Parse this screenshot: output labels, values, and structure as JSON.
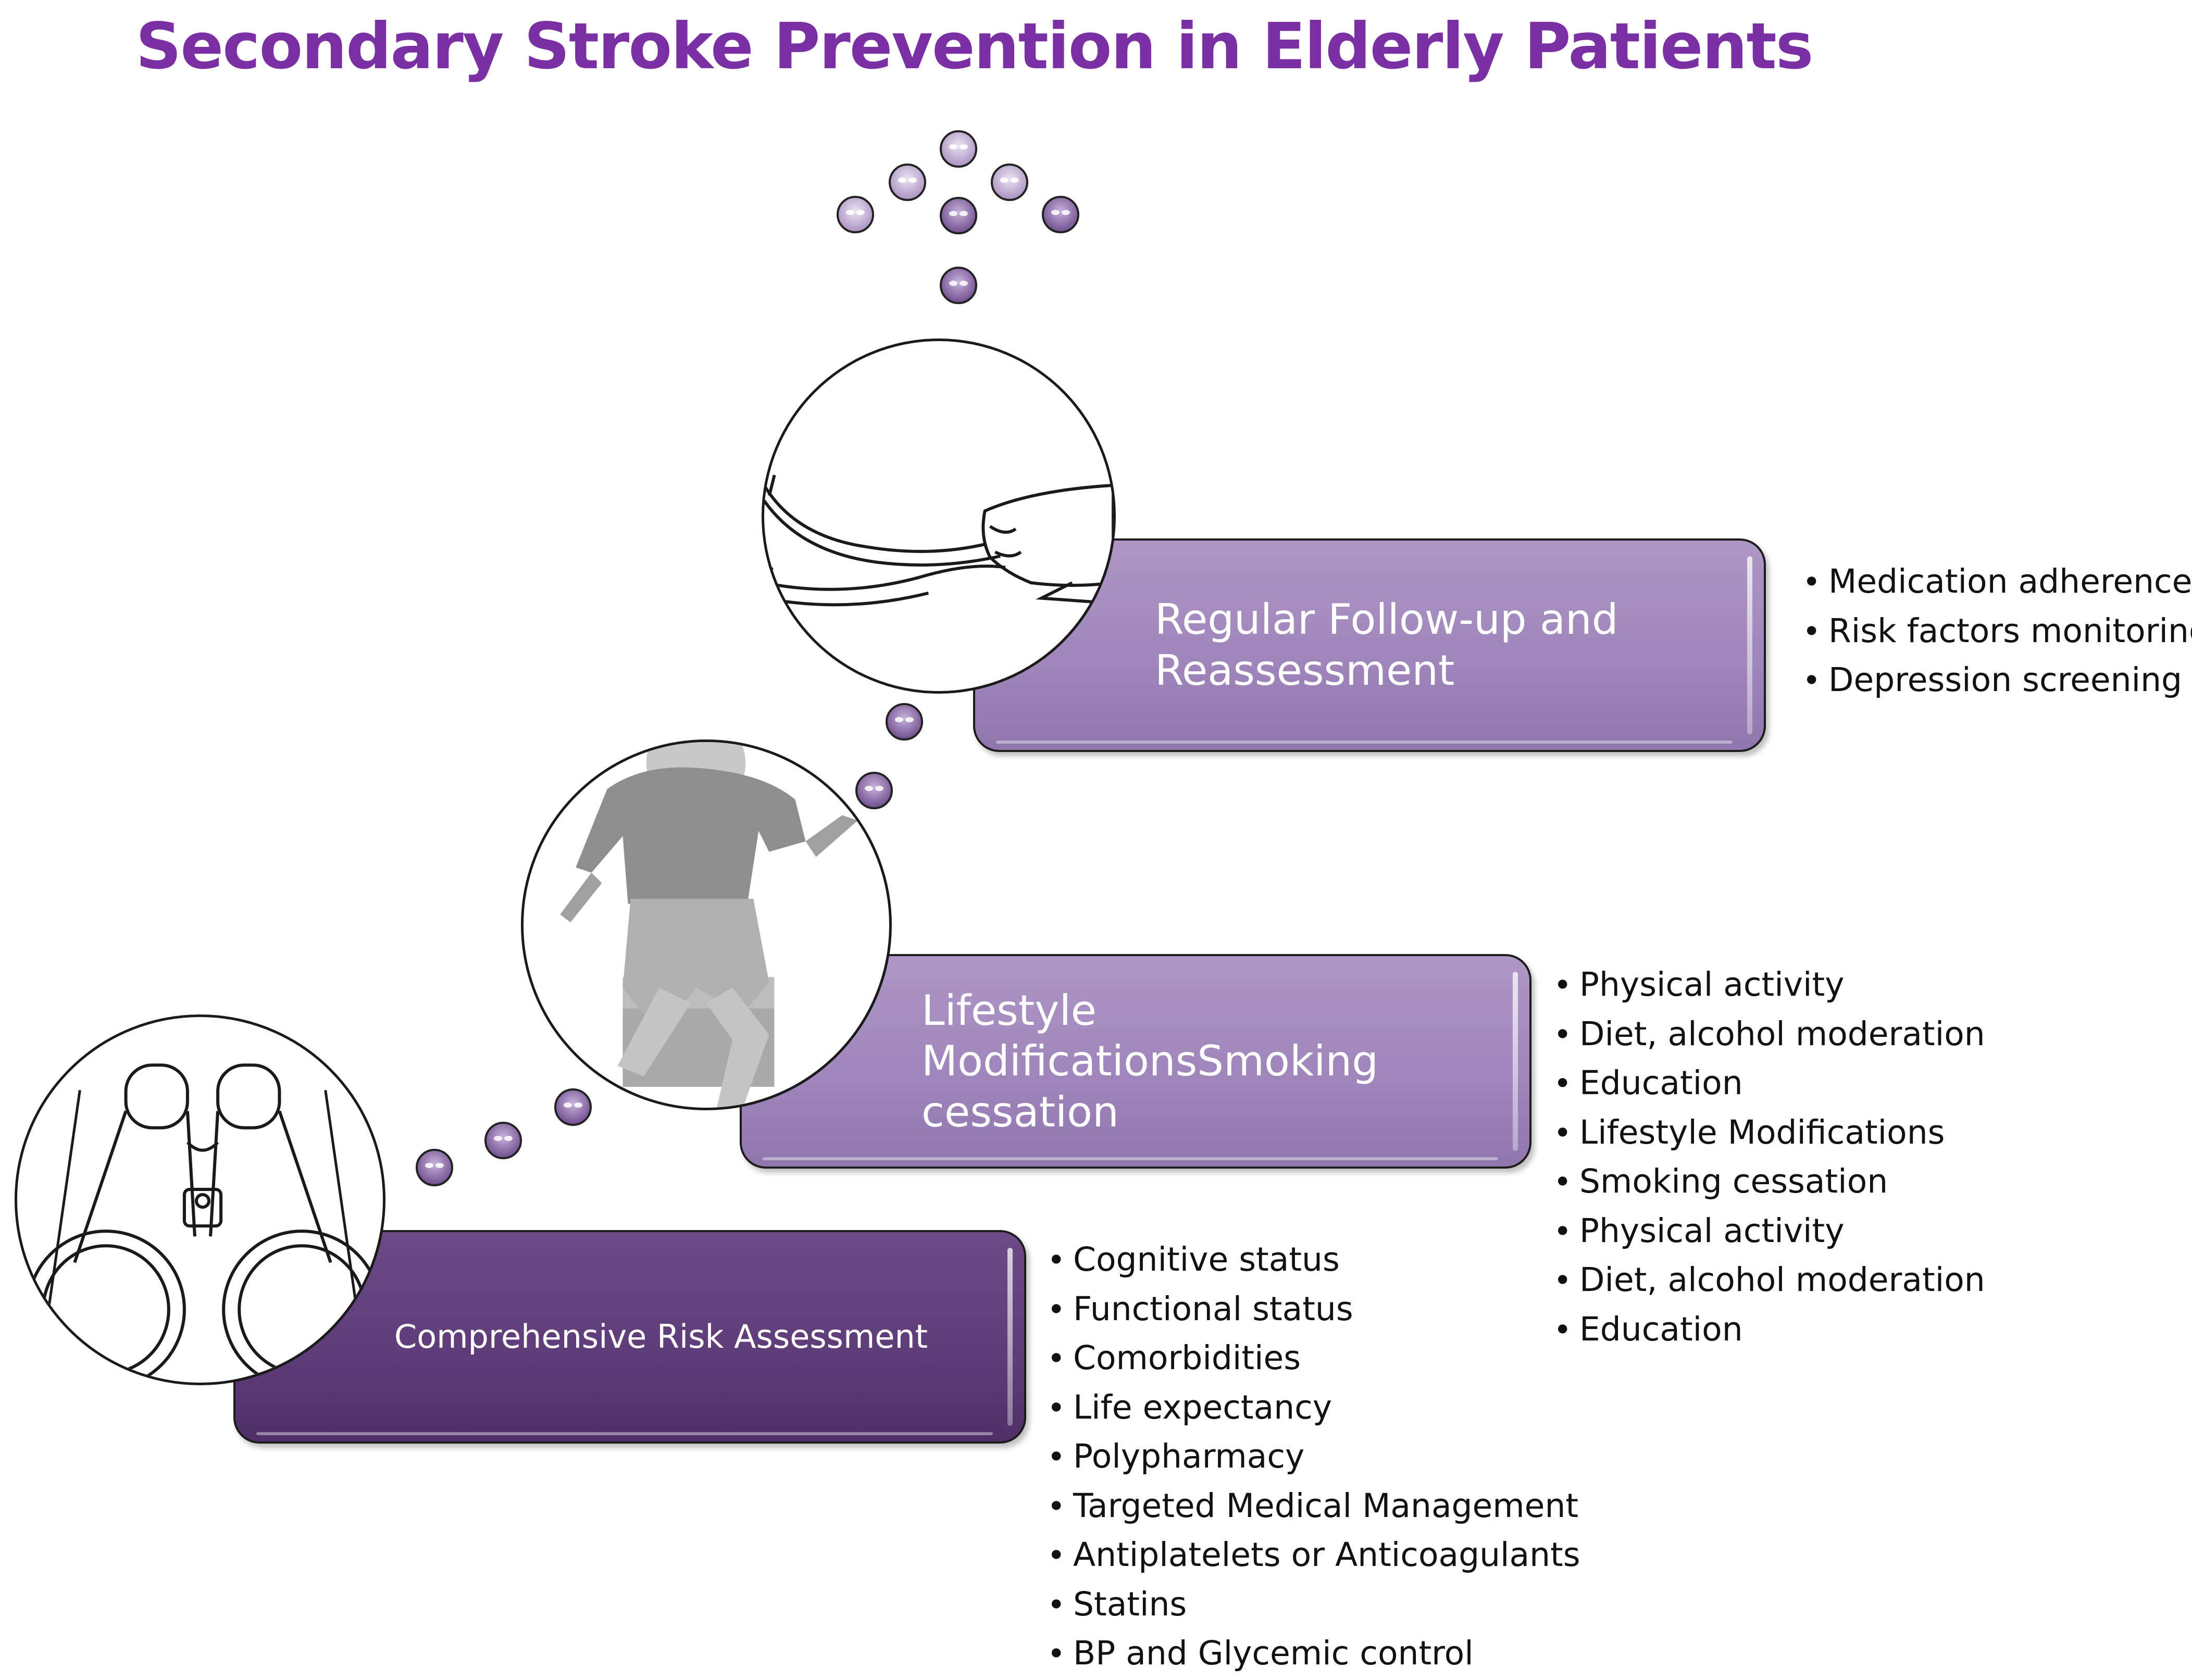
{
  "title": "Secondary Stroke Prevention in Elderly Patients",
  "colors": {
    "title": "#7a2fa2",
    "dark_step": "#5e3c78",
    "light_step": "#9e85ba",
    "dot": "#8a6aa8"
  },
  "steps": [
    {
      "label": "Comprehensive Risk Assessment",
      "icon": "binoculars-icon",
      "items": [
        "Cognitive status",
        "Functional status",
        "Comorbidities",
        "Life expectancy",
        "Polypharmacy",
        "Targeted Medical Management",
        "Antiplatelets or Anticoagulants",
        "Statins",
        "BP and Glycemic control"
      ]
    },
    {
      "label_lines": [
        "Lifestyle",
        "ModificationsSmoking",
        "cessation"
      ],
      "icon": "exercising-person-icon",
      "items": [
        "Physical activity",
        "Diet, alcohol moderation",
        "Education",
        "Lifestyle Modifications",
        "Smoking cessation",
        "Physical activity",
        "Diet, alcohol moderation",
        "Education"
      ]
    },
    {
      "label_lines": [
        "Regular Follow-up and",
        "Reassessment"
      ],
      "icon": "shoe-icon",
      "items": [
        "Medication adherence",
        "Risk factors monitoring",
        "Depression screening"
      ]
    }
  ]
}
